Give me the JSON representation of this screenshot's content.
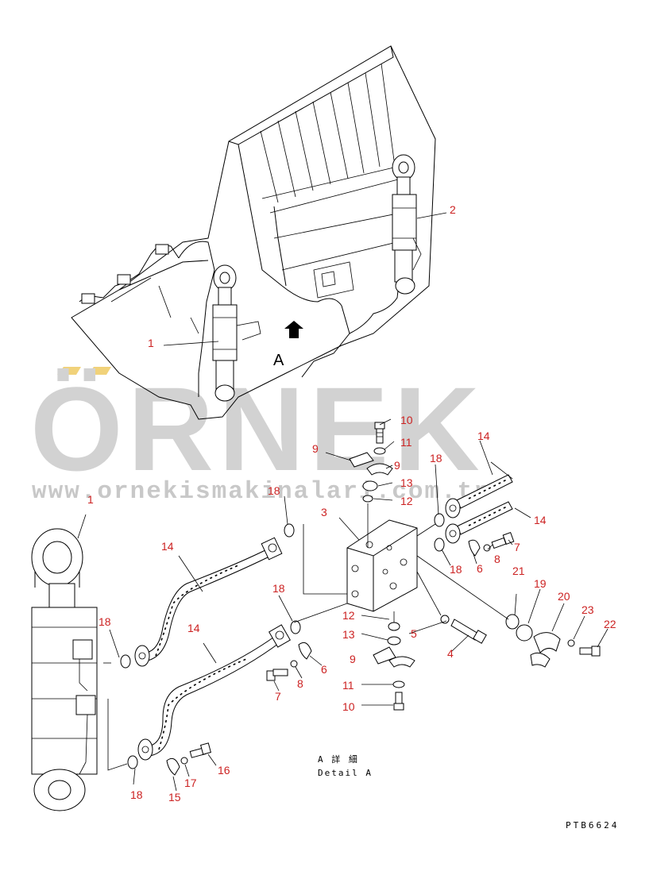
{
  "watermark": {
    "brand": "ÖRNEK",
    "url": "www.ornekismakinalari.com.tr",
    "accent_color": "#f1d27a"
  },
  "view_mark": "A",
  "detail_caption": {
    "japanese": "A 詳 細",
    "english": "Detail A"
  },
  "drawing_code": "PTB6624",
  "part_labels": {
    "p1_top": "1",
    "p1_left": "1",
    "p2": "2",
    "p3": "3",
    "p4": "4",
    "p5": "5",
    "p6_right": "6",
    "p6_left": "6",
    "p7_right": "7",
    "p7_left": "7",
    "p8_right": "8",
    "p8_left": "8",
    "p9_top": "9",
    "p9_top_b": "9",
    "p9_bottom": "9",
    "p10_top": "10",
    "p10_bottom": "10",
    "p11_top": "11",
    "p11_bottom": "11",
    "p12_top": "12",
    "p12_bottom": "12",
    "p13_top": "13",
    "p13_bottom": "13",
    "p14_a": "14",
    "p14_b": "14",
    "p14_c": "14",
    "p14_d": "14",
    "p15": "15",
    "p16": "16",
    "p17": "17",
    "p18_a": "18",
    "p18_b": "18",
    "p18_c": "18",
    "p18_d": "18",
    "p18_e": "18",
    "p18_f": "18",
    "p19": "19",
    "p20": "20",
    "p21": "21",
    "p22": "22",
    "p23": "23"
  }
}
